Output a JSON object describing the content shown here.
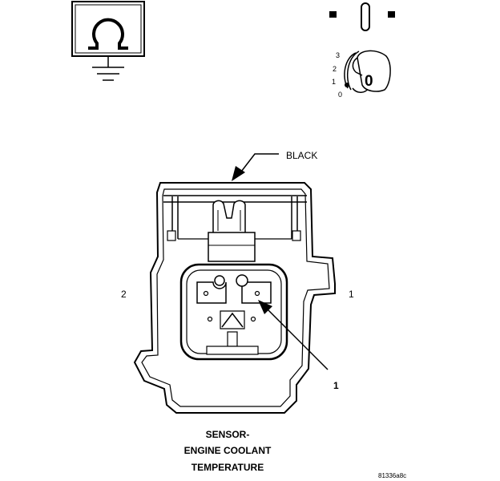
{
  "icons": {
    "ohmmeter": "ohm-meter-icon",
    "ground": "ground-icon",
    "key_off": "ignition-off-icon",
    "ignition_switch": "ignition-switch-icon"
  },
  "ignition": {
    "positions": [
      "3",
      "2",
      "1",
      "0"
    ],
    "selected_display": "0"
  },
  "connector": {
    "color_label": "BLACK",
    "pin_label_left": "2",
    "pin_label_right": "1",
    "callout_number": "1"
  },
  "caption": {
    "line1": "SENSOR-",
    "line2": "ENGINE COOLANT",
    "line3": "TEMPERATURE"
  },
  "figure_id": "81336a8c"
}
